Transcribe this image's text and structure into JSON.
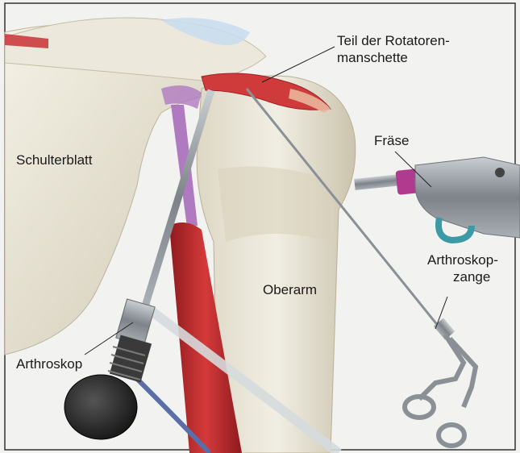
{
  "labels": {
    "rotator_cuff": [
      "Teil der Rotatoren-",
      "manschette"
    ],
    "burr": "Fräse",
    "scapula": "Schulterblatt",
    "humerus": "Oberarm",
    "grasper": [
      "Arthroskop-",
      "zange"
    ],
    "arthroscope": "Arthroskop"
  },
  "colors": {
    "background": "#f2f2f0",
    "bone": "#e8e4d6",
    "bone_shadow": "#cfc8b2",
    "muscle": "#c8262c",
    "tendon_purple": "#a565b8",
    "cartilage_blue": "#c8dcee",
    "steel": "#9aa0a6",
    "scope_black": "#1e1e1e",
    "blue_cable": "#5a6fa8",
    "teal_handle": "#3b9aa6",
    "border": "#333333"
  }
}
